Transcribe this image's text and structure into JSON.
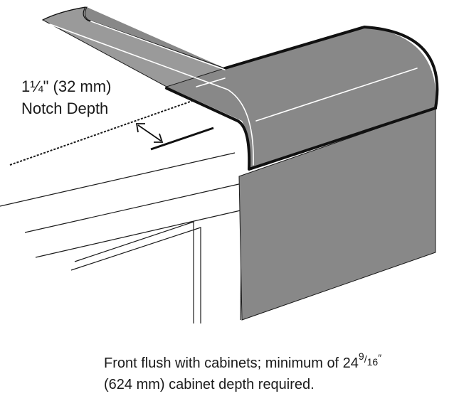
{
  "callout": {
    "measurement": "1¼\" (32 mm)",
    "label": "Notch Depth"
  },
  "caption": {
    "line1_text": "Front flush with cabinets; minimum of 24",
    "fraction_numerator": "9",
    "fraction_slash": "/",
    "fraction_denominator": "16",
    "inch_mark": "″",
    "line2": "(624 mm) cabinet depth required."
  },
  "colors": {
    "panel_gray": "#888888",
    "panel_gray_light": "#9a9a9a",
    "outline": "#111111",
    "edge_white": "#ffffff"
  }
}
